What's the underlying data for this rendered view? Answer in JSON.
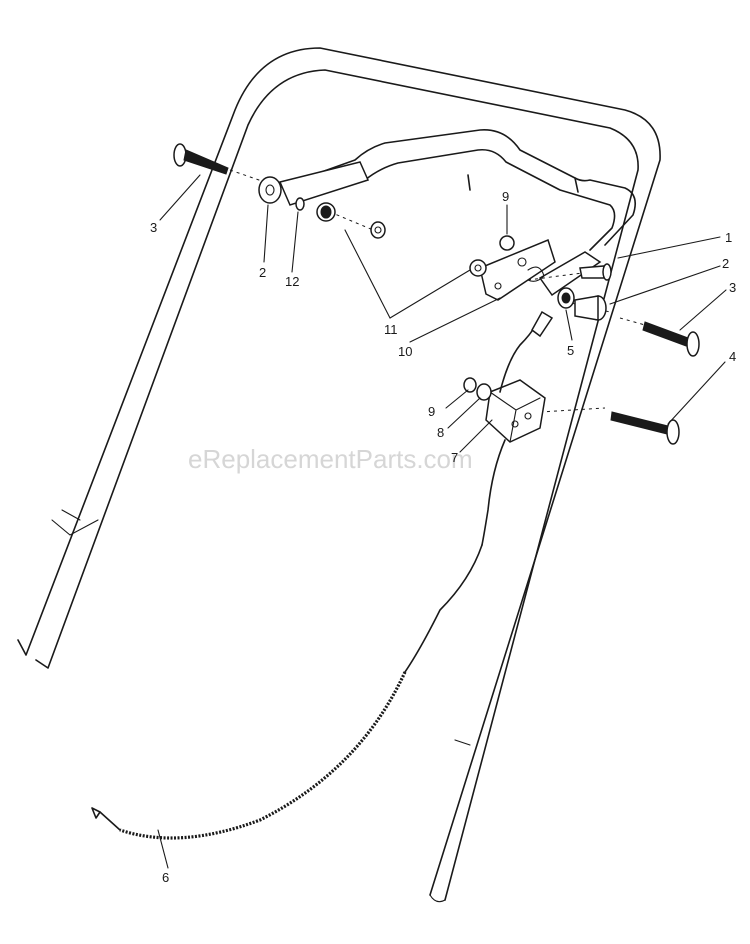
{
  "watermark": "eReplacementParts.com",
  "callouts": {
    "c1": "1",
    "c2a": "2",
    "c2b": "2",
    "c3a": "3",
    "c3b": "3",
    "c4": "4",
    "c5": "5",
    "c6": "6",
    "c7": "7",
    "c8": "8",
    "c9a": "9",
    "c9b": "9",
    "c10": "10",
    "c11": "11",
    "c12": "12"
  }
}
